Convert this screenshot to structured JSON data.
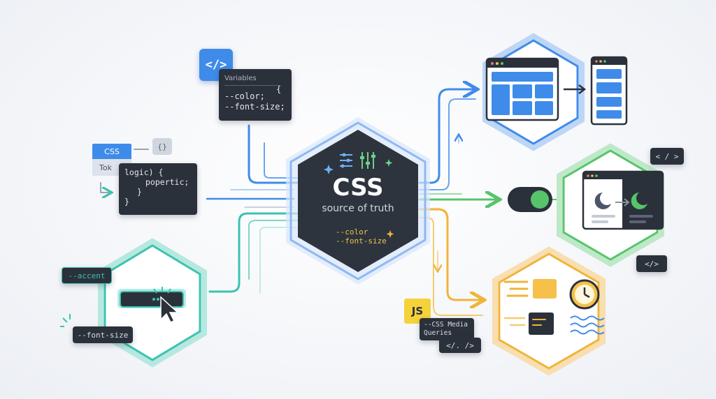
{
  "center": {
    "title": "CSS",
    "subtitle": "source of truth",
    "vars": [
      "--color",
      "--font-size"
    ],
    "icon": "sliders-icon",
    "accent_color": "#3f8bea"
  },
  "variables_card": {
    "icon": "code-icon",
    "label": "Variables",
    "brace": "{",
    "lines": [
      "--color;",
      "--font-size;"
    ]
  },
  "tokens_card": {
    "css_tag": "CSS",
    "tok_tag": "Tok",
    "bubble_icon": "braces-icon",
    "bubble_text": "{}",
    "lines": [
      "logic) {",
      "popertic;",
      "}",
      "}"
    ]
  },
  "accent_node": {
    "tag": "--accent",
    "font_tag": "--font-size",
    "icons": [
      "button-icon",
      "cursor-icon"
    ],
    "color": "#3cc2b0"
  },
  "layout_node": {
    "icons": [
      "desktop-layout-icon",
      "arrow-right-icon",
      "mobile-layout-icon"
    ],
    "color": "#3f8bea"
  },
  "theme_node": {
    "tag_top": "< / >",
    "tag_bottom": "</>",
    "icons": [
      "toggle-icon",
      "moon-icon",
      "arrow-right-icon",
      "moon-icon"
    ],
    "color": "#56c46b"
  },
  "motion_node": {
    "js_badge": "JS",
    "media_lines": [
      "--CSS Media",
      "Queries"
    ],
    "tag": "</. />",
    "icons": [
      "motion-lines-icon",
      "clock-icon",
      "wave-icon"
    ],
    "color": "#f0b43a"
  }
}
